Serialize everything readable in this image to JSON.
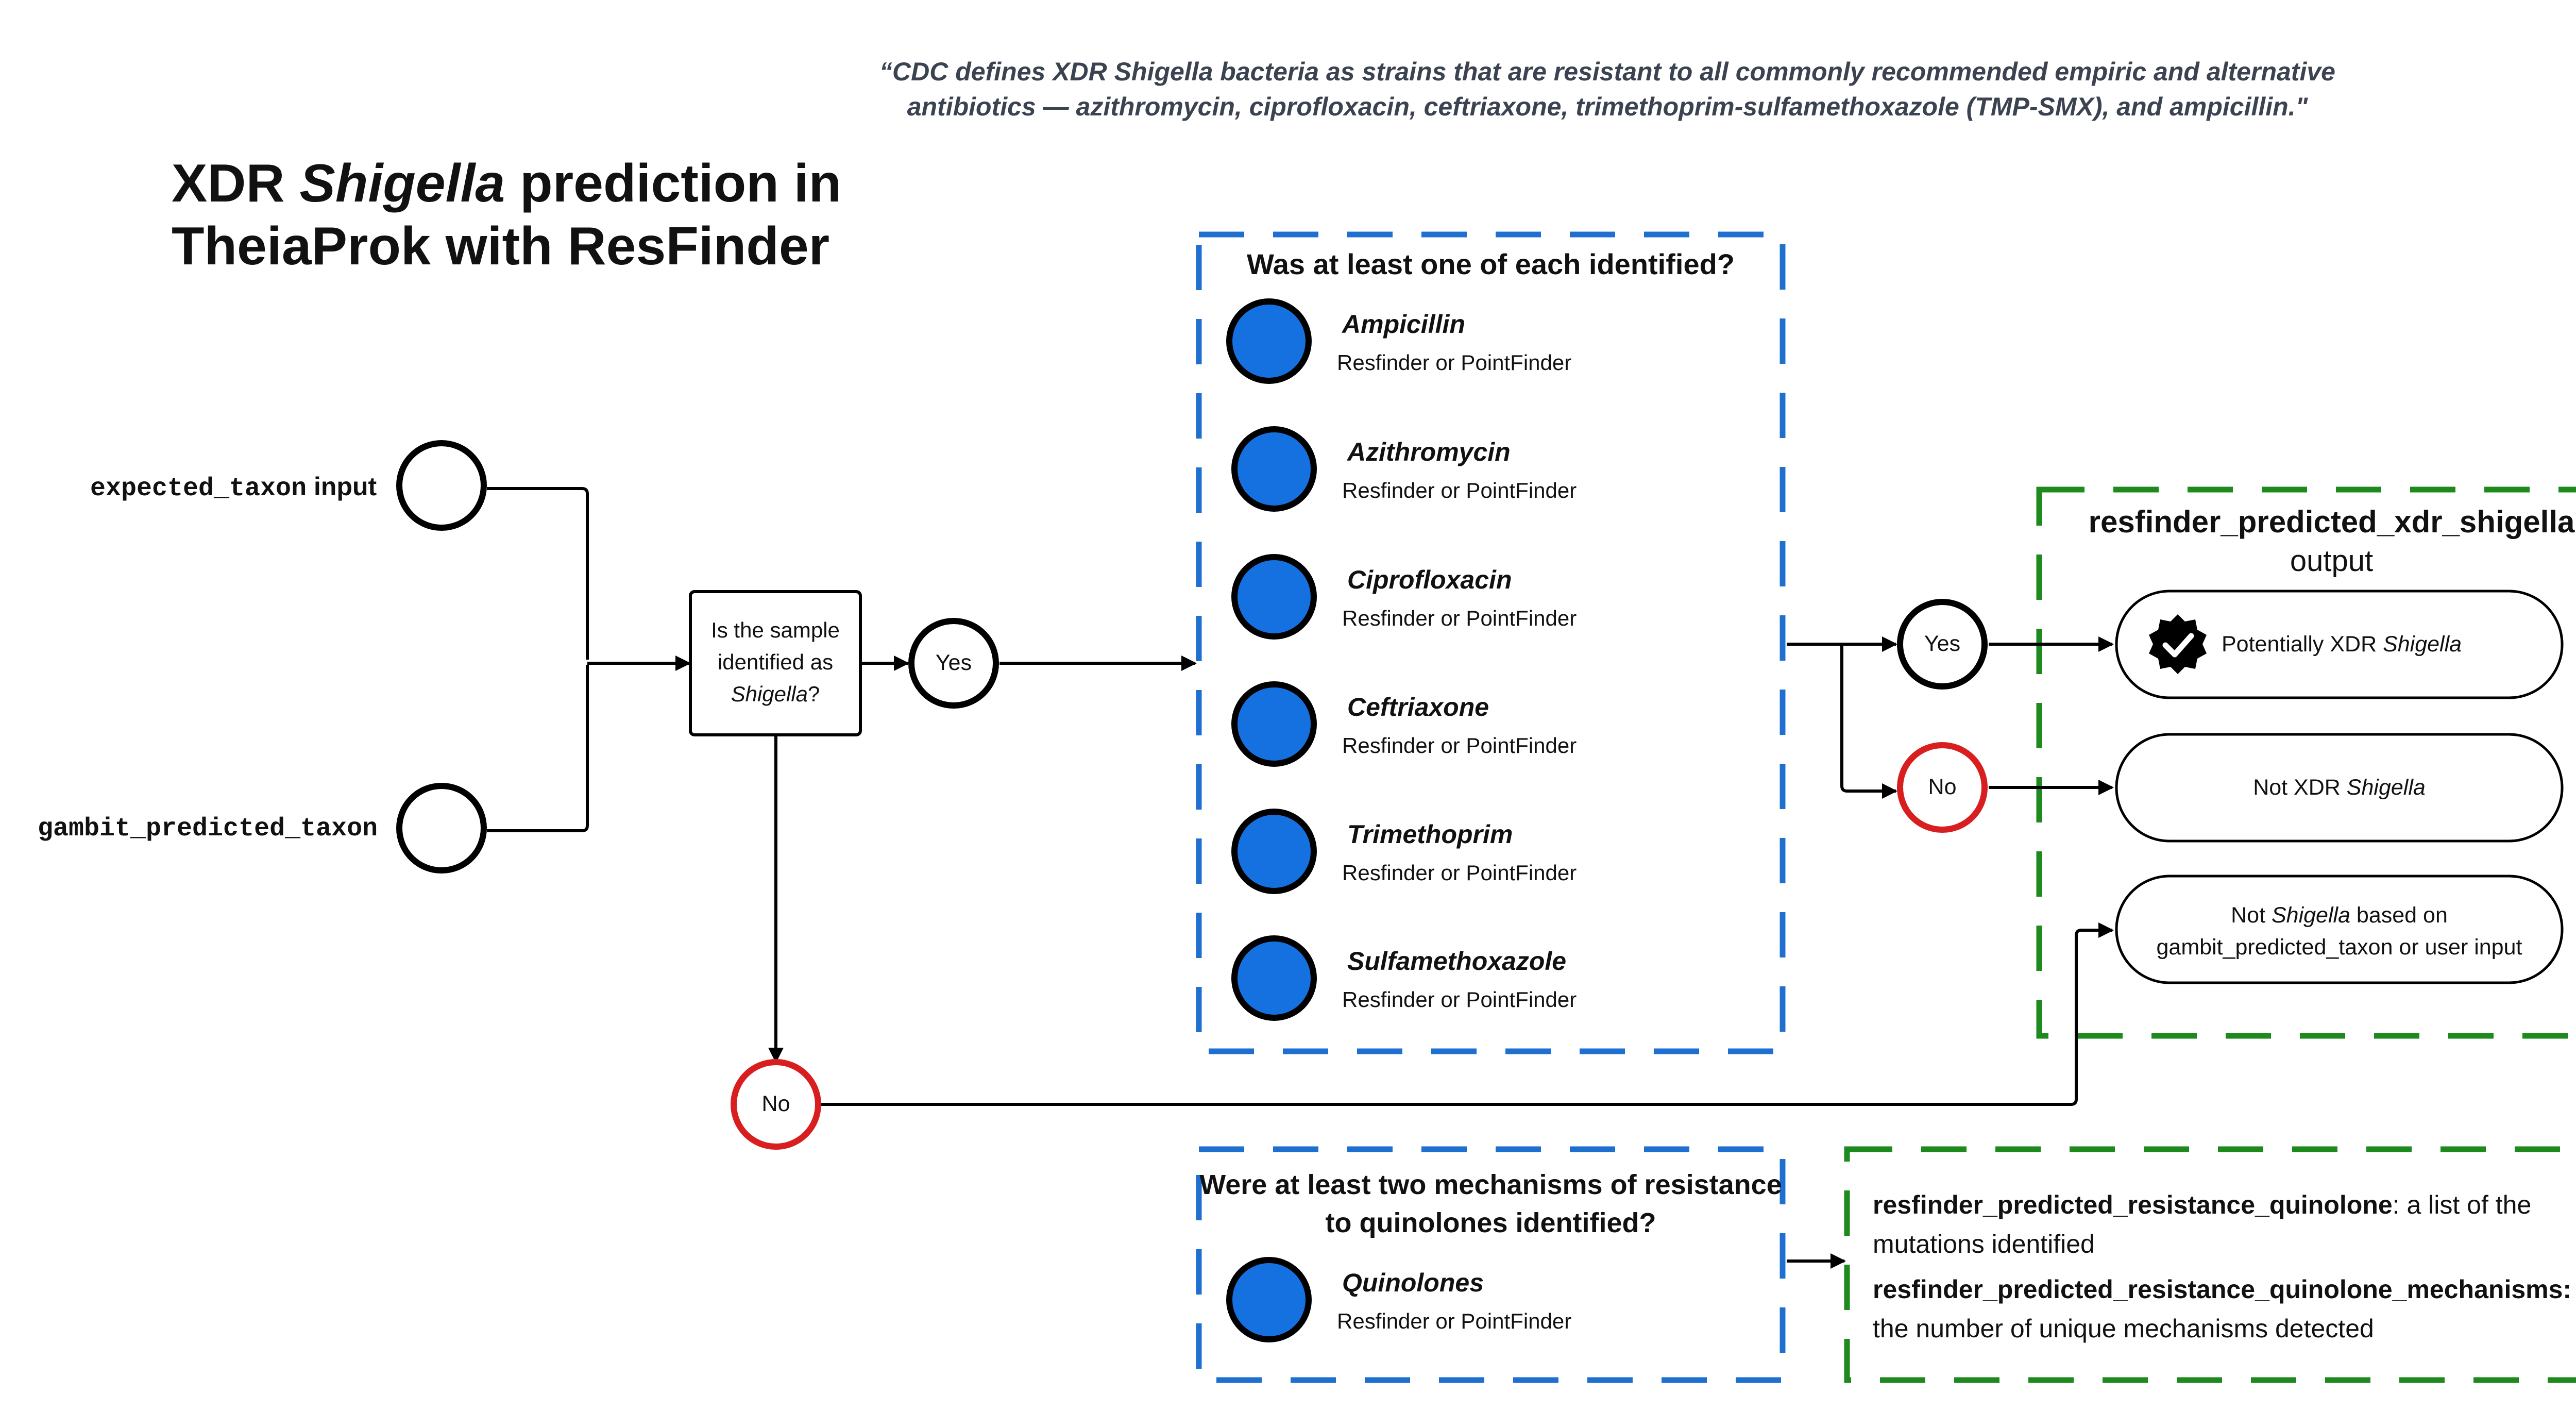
{
  "quote": "“CDC defines XDR Shigella bacteria as strains that are resistant to all commonly recommended empiric and alternative antibiotics — azithromycin, ciprofloxacin, ceftriaxone, trimethoprim-sulfamethoxazole (TMP-SMX), and ampicillin.\"",
  "title": {
    "line1_prefix": "XDR ",
    "line1_italic": "Shigella",
    "line1_suffix": " prediction in",
    "line2": "TheiaProk with ResFinder"
  },
  "inputs": {
    "expected_code": "expected_taxon",
    "expected_suffix": " input",
    "gambit_code": "gambit_predicted_taxon"
  },
  "decision": {
    "line1": "Is the sample",
    "line2": "identified as",
    "italic": "Shigella",
    "suffix": "?"
  },
  "yes_label": "Yes",
  "no_label": "No",
  "check_box": {
    "title": "Was at least one of each identified?",
    "source_text": "Resfinder or PointFinder",
    "drugs": [
      "Ampicillin",
      "Azithromycin",
      "Ciprofloxacin",
      "Ceftriaxone",
      "Trimethoprim",
      "Sulfamethoxazole"
    ]
  },
  "output_box": {
    "title": "resfinder_predicted_xdr_shigella",
    "subtitle": "output",
    "potential_prefix": "Potentially XDR ",
    "potential_italic": "Shigella",
    "not_xdr_prefix": "Not XDR ",
    "not_xdr_italic": "Shigella",
    "not_shigella_prefix": "Not ",
    "not_shigella_italic": "Shigella",
    "not_shigella_suffix": " based on",
    "not_shigella_line2": "gambit_predicted_taxon or user input"
  },
  "quinolone_box": {
    "title_line1": "Were at least two mechanisms of resistance",
    "title_line2": "to quinolones identified?",
    "drug": "Quinolones",
    "source_text": "Resfinder or PointFinder"
  },
  "quinolone_output": {
    "item1_bold": "resfinder_predicted_resistance_quinolone",
    "item1_rest": ": a list of the",
    "item1_line2": "mutations identified",
    "item2_bold": "resfinder_predicted_resistance_quinolone_mechanisms:",
    "item2_line2": "the number of unique mechanisms detected"
  },
  "colors": {
    "blue_dash": "#1f6fd1",
    "green_dash": "#1e8a1e",
    "blue_fill": "#1570e0",
    "red": "#d81e1e",
    "black": "#000000"
  },
  "icons": {
    "verified": "verified-badge-icon"
  }
}
